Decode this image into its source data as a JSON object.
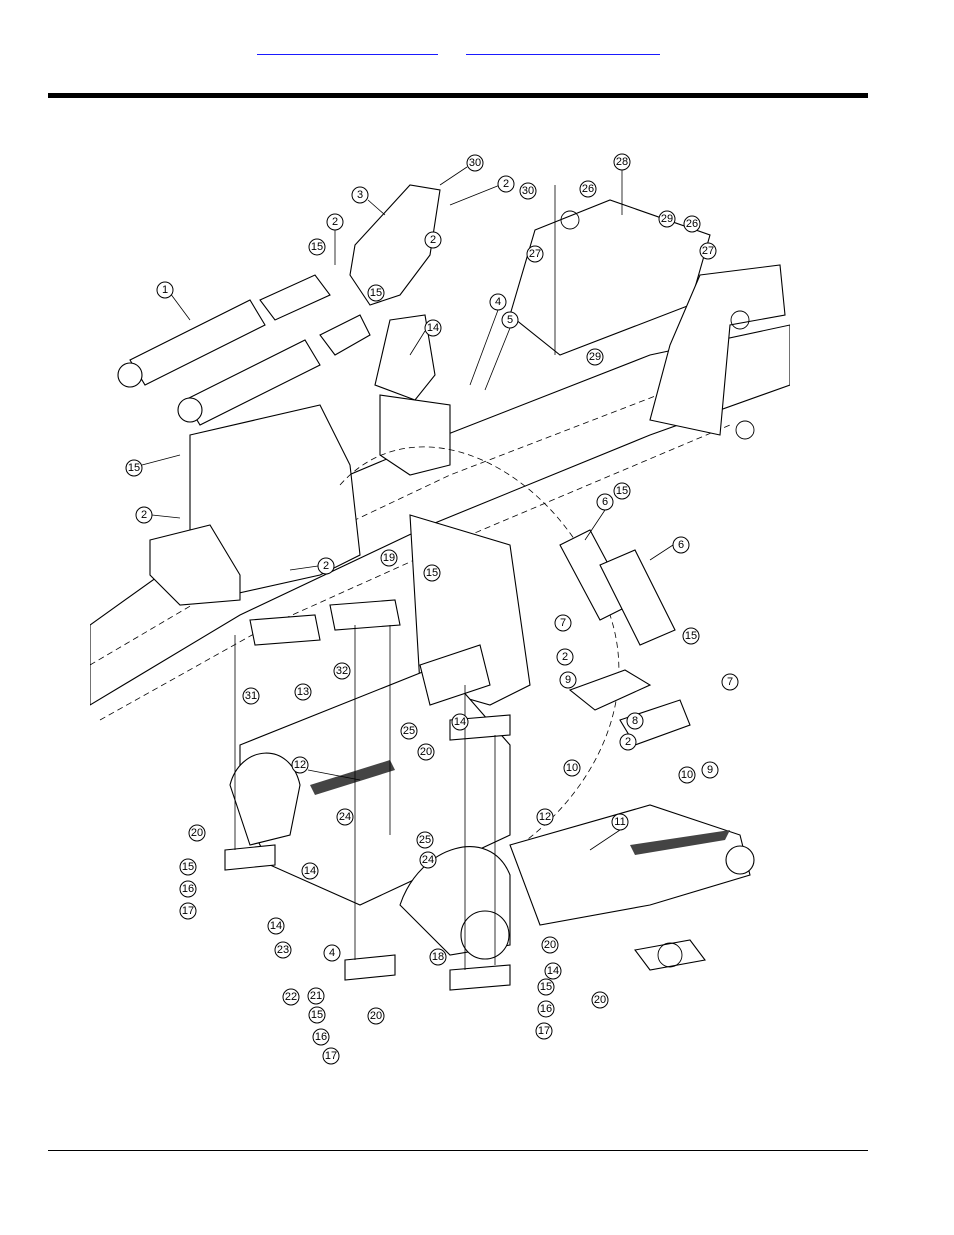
{
  "header": {
    "links": [
      "",
      ""
    ]
  },
  "diagram": {
    "callouts": [
      "1",
      "2",
      "3",
      "4",
      "5",
      "6",
      "7",
      "8",
      "9",
      "10",
      "11",
      "12",
      "13",
      "14",
      "15",
      "16",
      "17",
      "18",
      "19",
      "20",
      "21",
      "22",
      "23",
      "24",
      "25",
      "26",
      "27",
      "28",
      "29",
      "30",
      "31",
      "32"
    ]
  }
}
